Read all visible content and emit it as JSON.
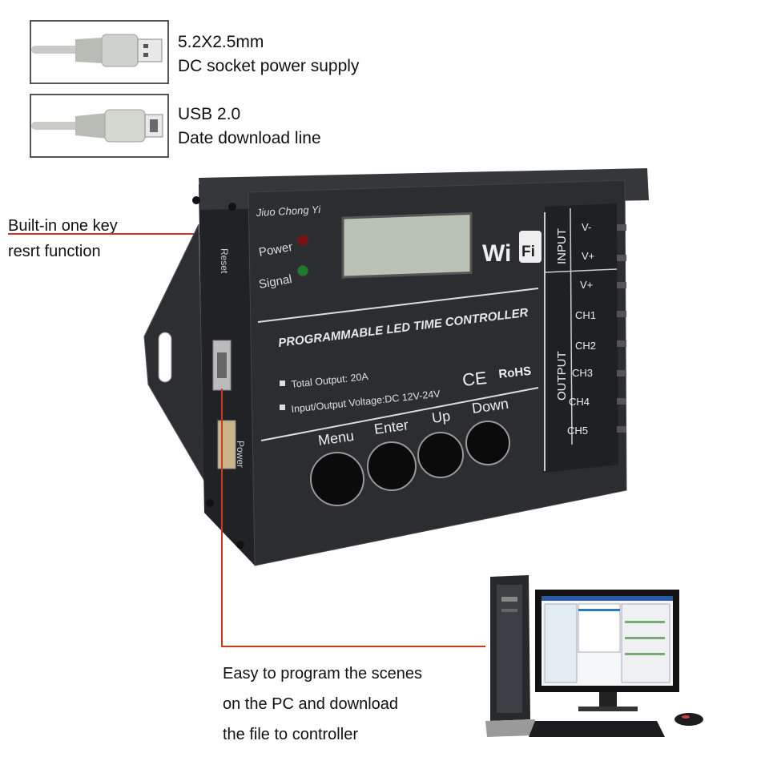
{
  "cables": [
    {
      "line1": "5.2X2.5mm",
      "line2": "DC socket power supply",
      "icon": "usb-a-plug-icon"
    },
    {
      "line1": "USB 2.0",
      "line2": "Date download line",
      "icon": "usb-b-plug-icon"
    }
  ],
  "callouts": {
    "reset_line1": "Built-in one key",
    "reset_line2": "resrt function",
    "pc_line1": "Easy to program the scenes",
    "pc_line2": "on the PC and download",
    "pc_line3": "the file to controller"
  },
  "device": {
    "brand": "Jiuo Chong Yi",
    "power_label": "Power",
    "signal_label": "Signal",
    "wifi_left": "Wi",
    "wifi_right": "Fi",
    "title": "PROGRAMMABLE  LED  TIME  CONTROLLER",
    "spec1": "Total Output: 20A",
    "spec2": "Input/Output Voltage:DC 12V-24V",
    "ce": "CE",
    "rohs": "RoHS",
    "reset_side": "Reset",
    "power_side": "Power",
    "input_label": "INPUT",
    "output_label": "OUTPUT",
    "input_terminals": [
      "V-",
      "V+"
    ],
    "output_terminals": [
      "V+",
      "CH1",
      "CH2",
      "CH3",
      "CH4",
      "CH5"
    ],
    "buttons": [
      "Menu",
      "Enter",
      "Up",
      "Down"
    ]
  },
  "colors": {
    "device_body": "#2a2c30",
    "accent_line": "#c8391e",
    "power_led": "#7a1212",
    "signal_led": "#1f7a2a",
    "lcd": "#b9c2b4"
  }
}
